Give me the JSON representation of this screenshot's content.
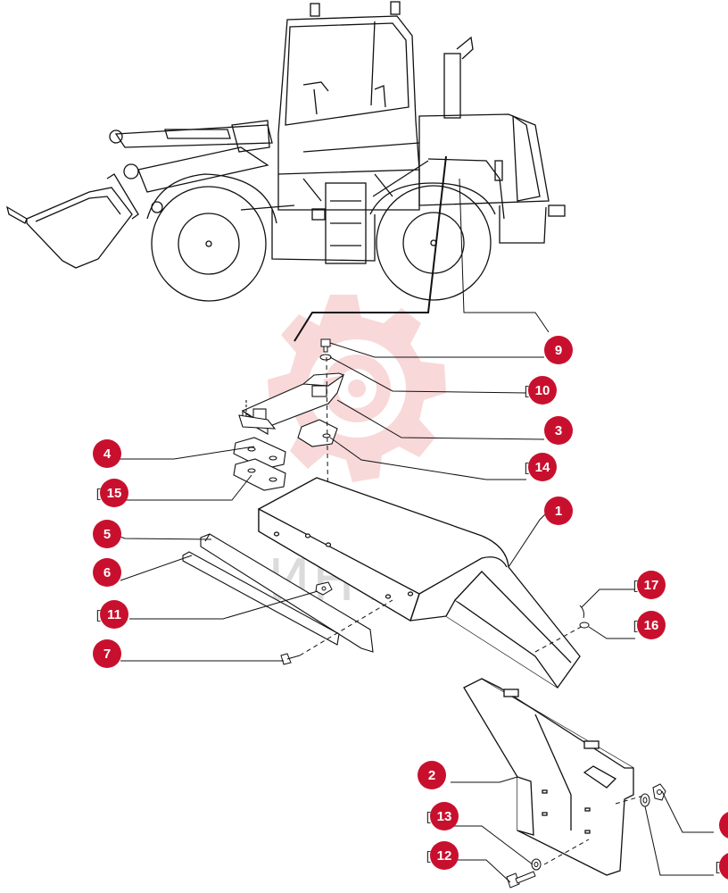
{
  "watermark": {
    "text": "ИНТЕХ",
    "color": "#e05050"
  },
  "callout_color": "#c8102e",
  "callouts": [
    {
      "id": "1",
      "label": "1",
      "bracket": ""
    },
    {
      "id": "2",
      "label": "2",
      "bracket": ""
    },
    {
      "id": "3",
      "label": "3",
      "bracket": ""
    },
    {
      "id": "4",
      "label": "4",
      "bracket": ""
    },
    {
      "id": "5",
      "label": "5",
      "bracket": ""
    },
    {
      "id": "6",
      "label": "6",
      "bracket": ""
    },
    {
      "id": "7",
      "label": "7",
      "bracket": ""
    },
    {
      "id": "9",
      "label": "9",
      "bracket": ""
    },
    {
      "id": "10",
      "label": "10",
      "bracket": "["
    },
    {
      "id": "11",
      "label": "11",
      "bracket": "["
    },
    {
      "id": "12",
      "label": "12",
      "bracket": "["
    },
    {
      "id": "13",
      "label": "13",
      "bracket": "["
    },
    {
      "id": "14",
      "label": "14",
      "bracket": "["
    },
    {
      "id": "15",
      "label": "15",
      "bracket": "["
    },
    {
      "id": "16",
      "label": "16",
      "bracket": "["
    },
    {
      "id": "17",
      "label": "17",
      "bracket": "["
    },
    {
      "id": "r1",
      "label": "",
      "bracket": ""
    },
    {
      "id": "r2",
      "label": "",
      "bracket": "["
    }
  ]
}
